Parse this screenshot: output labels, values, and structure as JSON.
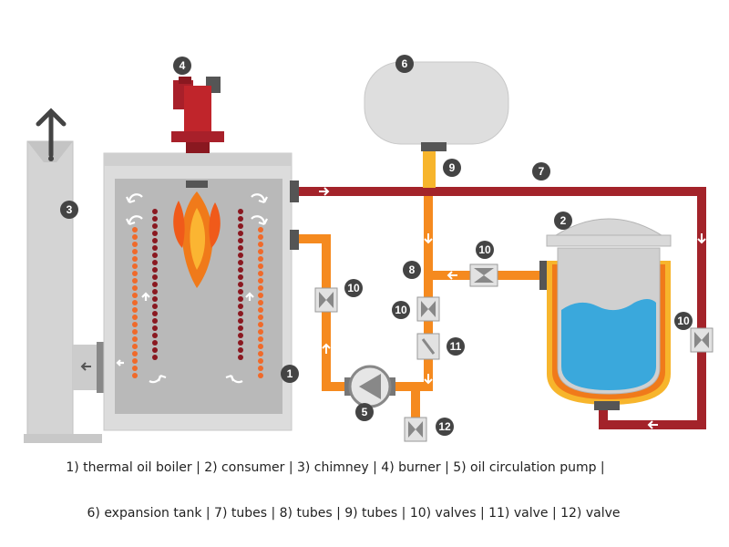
{
  "badges": {
    "boiler": "1",
    "consumer": "2",
    "chimney": "3",
    "burner": "4",
    "pump": "5",
    "expansion_tank": "6",
    "tubes_red": "7",
    "tubes_orange": "8",
    "tubes_yellow": "9",
    "valve_left": "10",
    "valve_mid_top": "10",
    "valve_mid_bottom": "10",
    "valve_right": "10",
    "valve_gauge": "11",
    "valve_bottom": "12"
  },
  "legend": {
    "line1": "1) thermal oil boiler | 2) consumer | 3) chimney | 4) burner | 5) oil circulation pump |",
    "line2": "6) expansion tank | 7) tubes | 8) tubes | 9) tubes | 10) valves | 11) valve | 12) valve"
  },
  "colors": {
    "red_tube": "#a3232a",
    "orange_tube": "#f58a1f",
    "yellow_tube": "#f7b52c",
    "badge": "#444444",
    "boiler_body": "#d8d8d8",
    "boiler_inner": "#bcbcbc",
    "oil_blue": "#3aa8dc",
    "burner_red": "#c0252b"
  }
}
